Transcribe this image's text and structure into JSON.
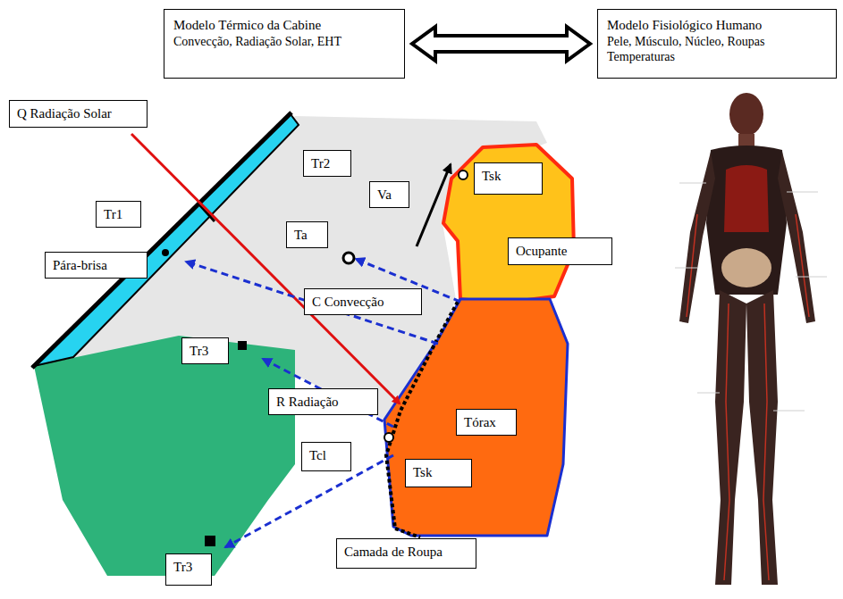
{
  "diagram": {
    "nodes": [
      {
        "text": [
          "Modelo Térmico da Cabine",
          "Convecção, Radiação Solar, EHT"
        ]
      },
      {
        "text": [
          "Modelo Fisiológico Humano",
          "Pele, Músculo, Núcleo, Roupas Temperaturas"
        ]
      },
      {
        "text": [
          "Q Radiação Solar"
        ]
      },
      {
        "text": [
          "Tr2"
        ]
      },
      {
        "text": [
          "Tsk"
        ]
      },
      {
        "text": [
          "Va"
        ]
      },
      {
        "text": [
          "Tr1"
        ]
      },
      {
        "text": [
          "Ta"
        ]
      },
      {
        "text": [
          "Ocupante"
        ]
      },
      {
        "text": [
          "Pára-brisa"
        ]
      },
      {
        "text": [
          "C Convecção"
        ]
      },
      {
        "text": [
          "Tr3"
        ]
      },
      {
        "text": [
          "R Radiação"
        ]
      },
      {
        "text": [
          "Tórax"
        ]
      },
      {
        "text": [
          "Tcl"
        ]
      },
      {
        "text": [
          "Tsk"
        ]
      },
      {
        "text": [
          "Camada de Roupa"
        ]
      },
      {
        "text": [
          "Tr3"
        ]
      }
    ],
    "edges": [
      {
        "from": 0,
        "to": 1,
        "arrow": "both"
      }
    ]
  }
}
